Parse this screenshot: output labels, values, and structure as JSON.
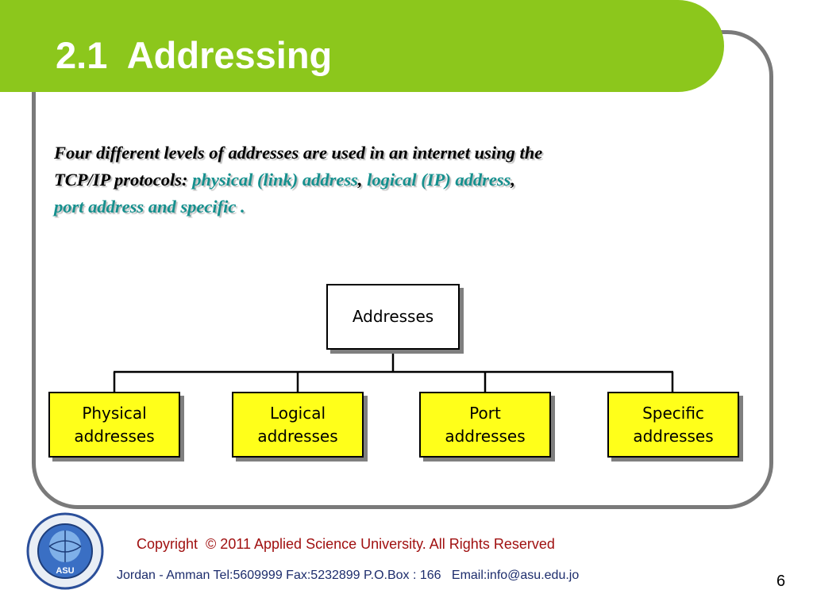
{
  "slide": {
    "title": "2.1  Addressing",
    "page_number": "6"
  },
  "intro": {
    "line1": "Four different levels of addresses are used in an internet using the",
    "line2_prefix": "TCP/IP protocols: ",
    "physical": "physical (link) address",
    "comma1": ",",
    "logical": "logical (IP) address",
    "comma2": ",",
    "port_specific": "port address and specific",
    "end": " ."
  },
  "diagram": {
    "root": "Addresses",
    "leaves": [
      {
        "line1": "Physical",
        "line2": "addresses"
      },
      {
        "line1": "Logical",
        "line2": "addresses"
      },
      {
        "line1": "Port",
        "line2": "addresses"
      },
      {
        "line1": "Specific",
        "line2": "addresses"
      }
    ],
    "colors": {
      "leaf_fill": "#ffff1a",
      "root_fill": "#ffffff"
    }
  },
  "footer": {
    "copyright": "Copyright  © 2011 Applied Science University. All Rights Reserved",
    "contact": "Jordan - Amman Tel:5609999 Fax:5232899 P.O.Box : 166   Email:info@asu.edu.jo",
    "logo_text": "ASU"
  },
  "theme": {
    "accent": "#8cc71c",
    "highlight": "#15908e",
    "frame": "#7a7a7a"
  }
}
